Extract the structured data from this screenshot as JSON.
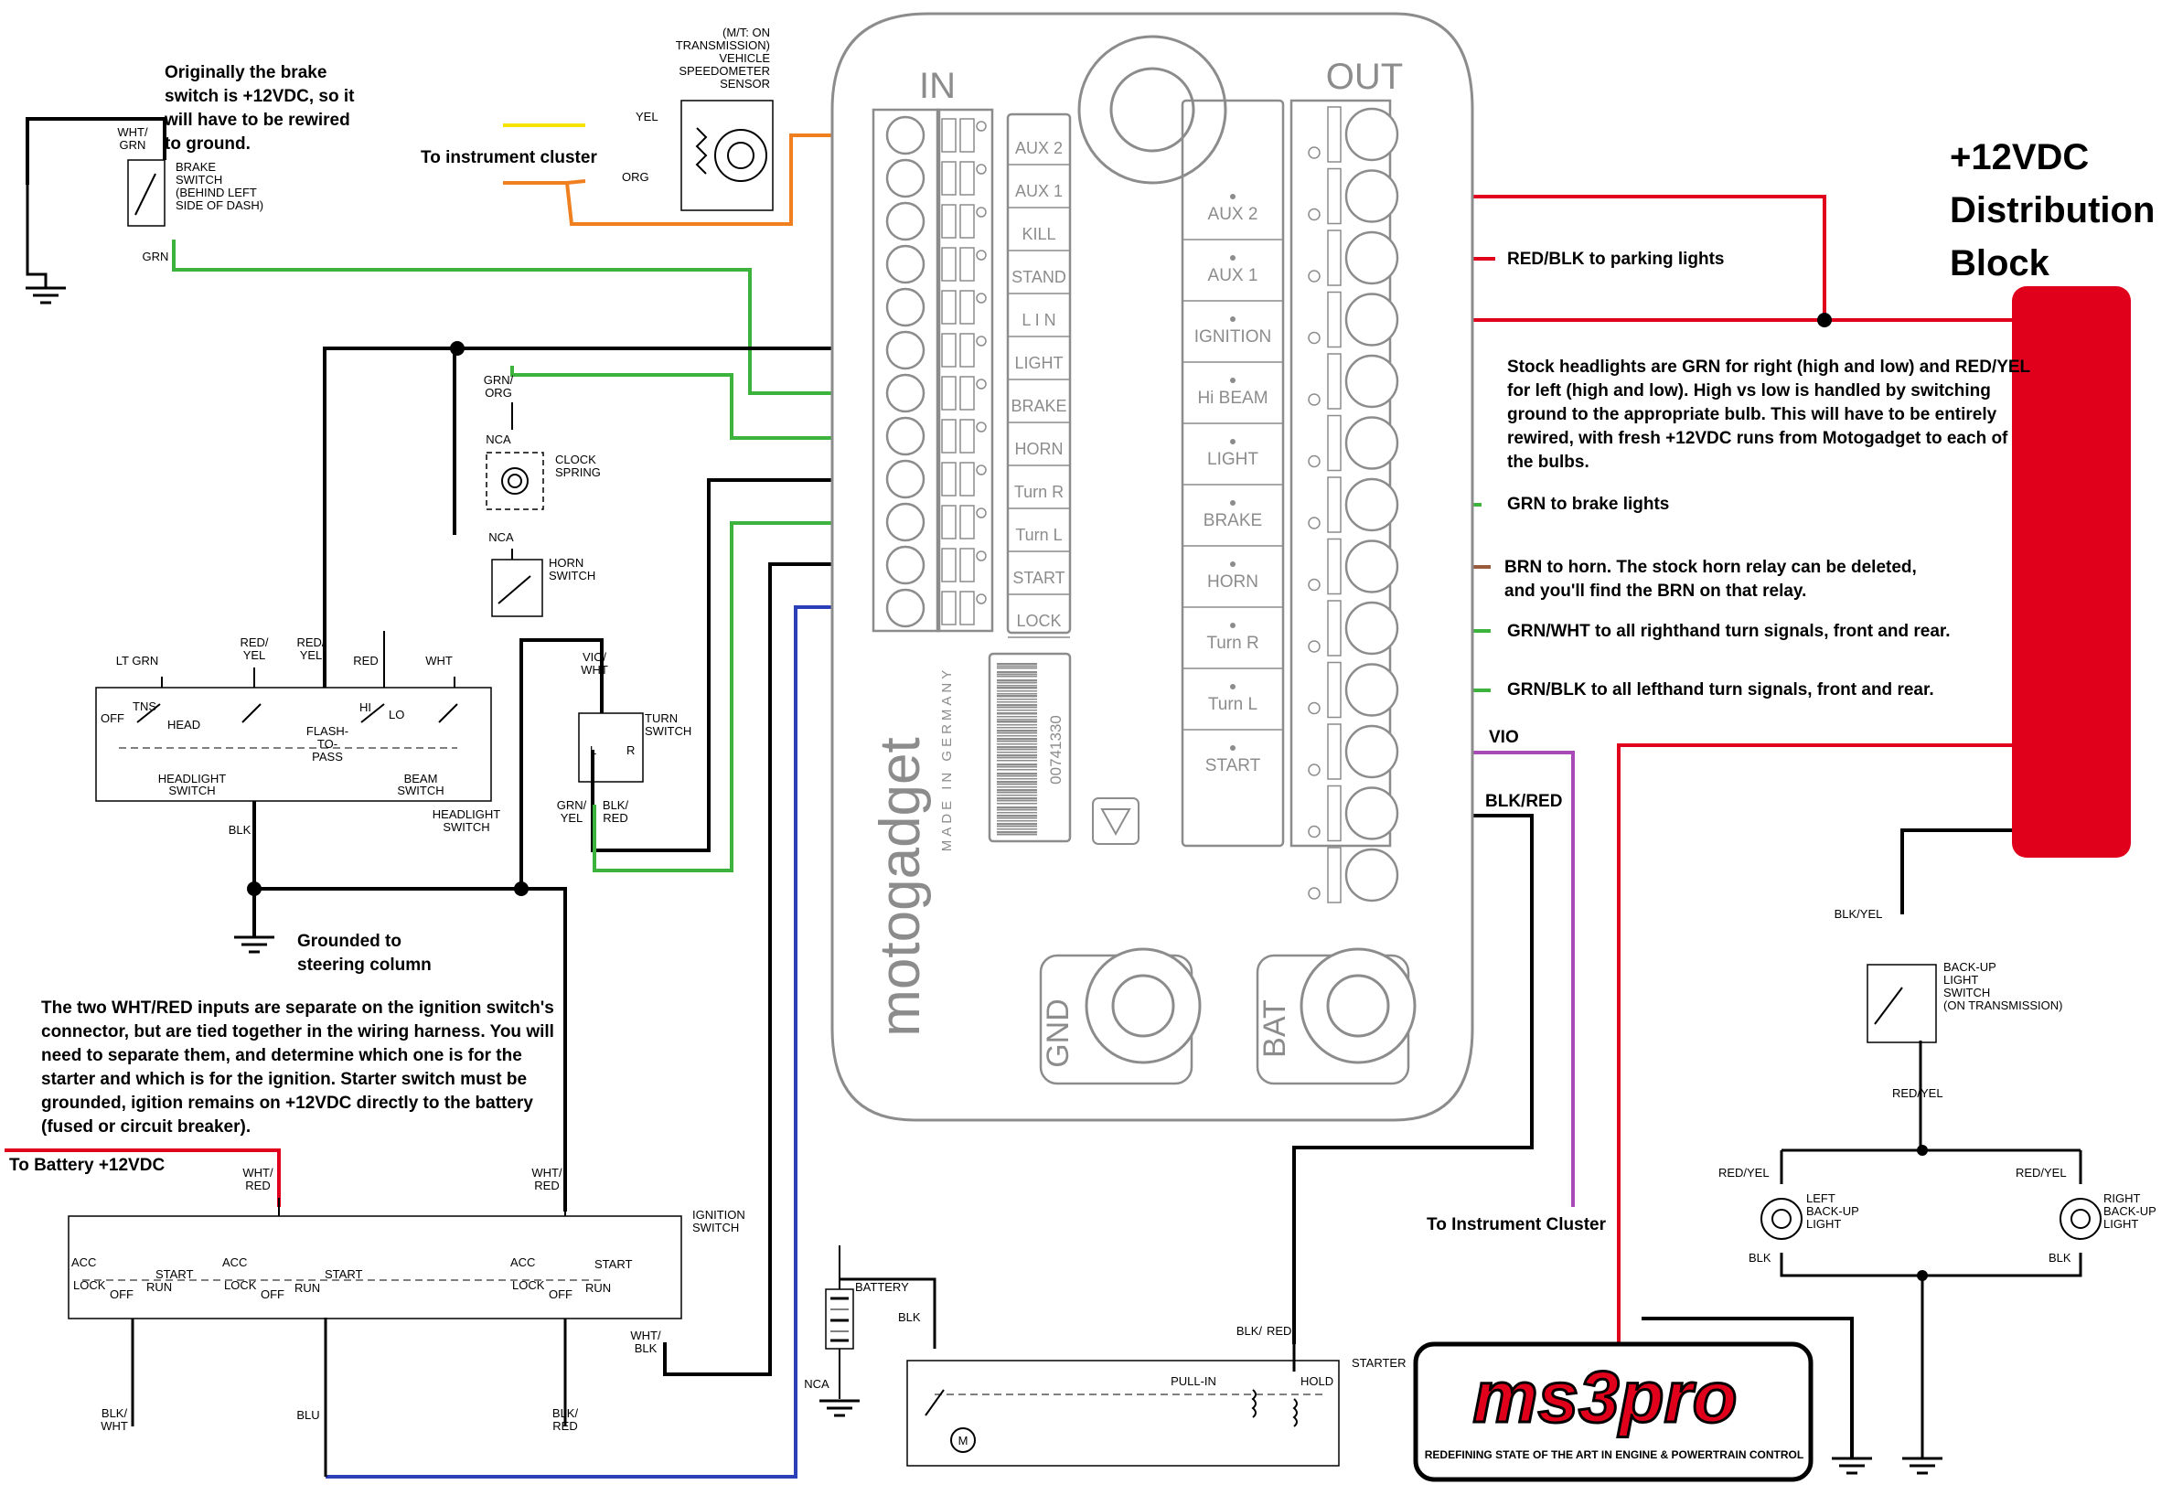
{
  "colors": {
    "red": "#e0001b",
    "green": "#3cb33c",
    "black": "#000000",
    "orange": "#f07f20",
    "yellow": "#f5e400",
    "blue": "#2b3fb6",
    "violet": "#a64bb4",
    "brown": "#9a5b3c",
    "module_gray": "#8c8c8c"
  },
  "module": {
    "brand": "motogadget",
    "made_in": "MADE IN GERMANY",
    "serial": "00741330",
    "in_header": "IN",
    "out_header": "OUT",
    "in_labels": [
      "AUX 2",
      "AUX 1",
      "KILL",
      "STAND",
      "L I N",
      "LIGHT",
      "BRAKE",
      "HORN",
      "Turn R",
      "Turn L",
      "START",
      "LOCK"
    ],
    "out_labels": [
      "AUX 2",
      "AUX 1",
      "IGNITION",
      "Hi BEAM",
      "LIGHT",
      "BRAKE",
      "HORN",
      "Turn R",
      "Turn L",
      "START"
    ],
    "gnd_label": "GND",
    "bat_label": "BAT"
  },
  "distribution_block": {
    "title_lines": [
      "+12VDC",
      "Distribution",
      "Block"
    ]
  },
  "notes": {
    "brake_note": [
      "Originally the brake",
      "switch is +12VDC, so it",
      "will have to be rewired",
      "to ground."
    ],
    "instrument_cluster_left": "To instrument cluster",
    "grounded": [
      "Grounded to",
      "steering column"
    ],
    "ignition_note": [
      "The two WHT/RED inputs are separate on the ignition switch's",
      "connector, but are tied together in the wiring harness. You will",
      "need to separate them, and determine which one is for the",
      "starter and which is for the ignition. Starter switch must be",
      "grounded, igition remains on +12VDC directly to the battery",
      "(fused or circuit breaker)."
    ],
    "to_battery": "To Battery +12VDC",
    "parking": "RED/BLK to parking lights",
    "headlights": [
      "Stock headlights are GRN for right (high and low) and RED/YEL",
      "for left (high and low). High vs low is handled by switching",
      "ground to the appropriate bulb. This will have to be entirely",
      "rewired, with fresh +12VDC runs from Motogadget to each of",
      "the bulbs."
    ],
    "brake_lights": "GRN to brake lights",
    "horn": [
      "BRN to horn. The stock horn relay can be deleted,",
      "and you'll find the BRN on that relay."
    ],
    "turn_right": "GRN/WHT to all righthand turn signals, front and rear.",
    "turn_left": "GRN/BLK to all lefthand turn signals, front and rear.",
    "vio": "VIO",
    "blk_red": "BLK/RED",
    "instrument_cluster_right": "To Instrument Cluster"
  },
  "components": {
    "vss": [
      "(M/T: ON",
      "TRANSMISSION)",
      "VEHICLE",
      "SPEEDOMETER",
      "SENSOR"
    ],
    "vss_yel": "YEL",
    "vss_org": "ORG",
    "brake_switch": [
      "BRAKE",
      "SWITCH",
      "(BEHIND LEFT",
      "SIDE OF DASH)"
    ],
    "brake_wht_grn": [
      "WHT/",
      "GRN"
    ],
    "brake_grn": "GRN",
    "grn_org": [
      "GRN/",
      "ORG"
    ],
    "nca": "NCA",
    "clock_spring": [
      "CLOCK",
      "SPRING"
    ],
    "horn_switch": [
      "HORN",
      "SWITCH"
    ],
    "lt_grn": "LT GRN",
    "red_yel": [
      "RED/",
      "YEL"
    ],
    "red": "RED",
    "wht": "WHT",
    "headlight_switch": {
      "off": "OFF",
      "tns": "TNS",
      "head": "HEAD",
      "flash": [
        "FLASH-",
        "TO-",
        "PASS"
      ],
      "hi": "HI",
      "lo": "LO",
      "headlight": [
        "HEADLIGHT",
        "SWITCH"
      ],
      "beam": [
        "BEAM",
        "SWITCH"
      ],
      "title": [
        "HEADLIGHT",
        "SWITCH"
      ]
    },
    "blk": "BLK",
    "vio_wht": [
      "VIO/",
      "WHT"
    ],
    "turn_switch": [
      "TURN",
      "SWITCH"
    ],
    "turn_l": "L",
    "turn_r": "R",
    "grn_yel": [
      "GRN/",
      "YEL"
    ],
    "blk_red": [
      "BLK/",
      "RED"
    ],
    "wht_red": [
      "WHT/",
      "RED"
    ],
    "ignition_switch": [
      "IGNITION",
      "SWITCH"
    ],
    "acc": "ACC",
    "lock": "LOCK",
    "off": "OFF",
    "start": "START",
    "run": "RUN",
    "wht_blk": [
      "WHT/",
      "BLK"
    ],
    "blk_wht": [
      "BLK/",
      "WHT"
    ],
    "blu": "BLU",
    "battery": "BATTERY",
    "starter": "STARTER",
    "pull_in": "PULL-IN",
    "hold": "HOLD",
    "motor": "M",
    "blk_yel": "BLK/YEL",
    "backup_switch": [
      "BACK-UP",
      "LIGHT",
      "SWITCH",
      "(ON TRANSMISSION)"
    ],
    "left_backup": [
      "LEFT",
      "BACK-UP",
      "LIGHT"
    ],
    "right_backup": [
      "RIGHT",
      "BACK-UP",
      "LIGHT"
    ]
  },
  "ms3pro": {
    "logo": "ms3pro",
    "tagline": "REDEFINING STATE OF THE ART IN ENGINE & POWERTRAIN CONTROL"
  }
}
